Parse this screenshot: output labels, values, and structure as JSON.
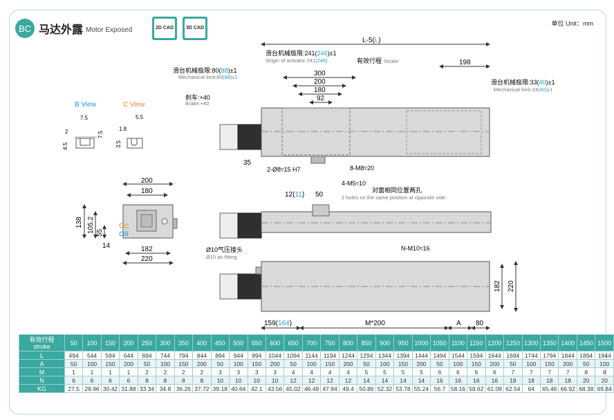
{
  "header": {
    "badge": "BC",
    "title_cn": "马达外露",
    "title_en": "Motor Exposed",
    "cad_2d": "2D CAD",
    "cad_3d": "3D CAD",
    "unit": "单位 Unit：mm"
  },
  "views": {
    "b_view": "B View",
    "c_view": "C View",
    "b_dims": [
      "7.5",
      "2",
      "4.5",
      "7.5"
    ],
    "c_dims": [
      "5.5",
      "1.8",
      "3.5"
    ]
  },
  "front": {
    "l5": "L-5",
    "l_label": "L",
    "limit241": "滑台机械极限:241(",
    "limit241_b": "246",
    "limit241_c": ")±1",
    "origin241": "Origin of actuator:241",
    "origin241_b": "(246)",
    "stroke_cn": "有效行程",
    "stroke_en": "Stroke",
    "d198": "198",
    "limit80": "滑台机械极限:80(",
    "limit80_b": "88",
    "limit80_c": ")±1",
    "mech80": "Mechanical limit:80(",
    "mech80_b": "88",
    "mech80_c": ")±1",
    "limit33": "滑台机械极限:33(",
    "limit33_b": "40",
    "limit33_c": ")±1",
    "mech33": "Mechanical limit:33(",
    "mech33_b": "40",
    "mech33_c": ")±1",
    "brake_cn": "刹车:+40",
    "brake_en": "Brake:+40",
    "d300": "300",
    "d200": "200",
    "d180": "180",
    "d92": "92",
    "d35": "35",
    "holes": "2-Ø8▿15 H7",
    "m8": "8-M8▿20"
  },
  "side": {
    "d200": "200",
    "d180": "180",
    "d138": "138",
    "d105": "105.2",
    "d55": "55",
    "d14": "14",
    "d182": "182",
    "d220": "220",
    "c": "C",
    "b": "B"
  },
  "middle": {
    "d12": "12(",
    "d12_b": "11",
    "d12_c": ")",
    "d50": "50",
    "m5": "4-M5▿10",
    "same_cn": "对面相同位置两孔",
    "same_en": "2 holes on the same position at opposite side."
  },
  "bottom": {
    "air_cn": "Ø10气压接头",
    "air_en": "Ø10 air fitting",
    "m10": "N-M10▿16",
    "d182": "182",
    "d220": "220",
    "d159": "159(",
    "d159_b": "164",
    "d159_c": ")",
    "m200": "M*200",
    "a": "A",
    "d80": "80"
  },
  "table": {
    "header_cn": "有效行程",
    "header_en": "stroke",
    "strokes": [
      "50",
      "100",
      "150",
      "200",
      "250",
      "300",
      "350",
      "400",
      "450",
      "500",
      "550",
      "600",
      "650",
      "700",
      "750",
      "800",
      "850",
      "900",
      "950",
      "1000",
      "1050",
      "1100",
      "1150",
      "1200",
      "1250",
      "1300",
      "1350",
      "1400",
      "1450",
      "1500"
    ],
    "rows": [
      {
        "label": "L",
        "values": [
          "494",
          "544",
          "594",
          "644",
          "694",
          "744",
          "794",
          "844",
          "894",
          "944",
          "994",
          "1044",
          "1094",
          "1144",
          "1194",
          "1244",
          "1294",
          "1344",
          "1394",
          "1444",
          "1494",
          "1544",
          "1594",
          "1644",
          "1694",
          "1744",
          "1794",
          "1844",
          "1894",
          "1944"
        ]
      },
      {
        "label": "A",
        "values": [
          "50",
          "100",
          "150",
          "200",
          "50",
          "100",
          "150",
          "200",
          "50",
          "100",
          "150",
          "200",
          "50",
          "100",
          "150",
          "200",
          "50",
          "100",
          "150",
          "200",
          "50",
          "100",
          "150",
          "200",
          "50",
          "100",
          "150",
          "200",
          "50",
          "100"
        ]
      },
      {
        "label": "M",
        "values": [
          "1",
          "1",
          "1",
          "1",
          "2",
          "2",
          "2",
          "2",
          "3",
          "3",
          "3",
          "3",
          "4",
          "4",
          "4",
          "4",
          "5",
          "5",
          "5",
          "5",
          "6",
          "6",
          "6",
          "6",
          "7",
          "7",
          "7",
          "7",
          "8",
          "8"
        ]
      },
      {
        "label": "N",
        "values": [
          "6",
          "6",
          "6",
          "6",
          "8",
          "8",
          "8",
          "8",
          "10",
          "10",
          "10",
          "10",
          "12",
          "12",
          "12",
          "12",
          "14",
          "14",
          "14",
          "14",
          "16",
          "16",
          "16",
          "16",
          "18",
          "18",
          "18",
          "18",
          "20",
          "20"
        ]
      },
      {
        "label": "KG",
        "values": [
          "27.5",
          "28.96",
          "30.42",
          "31.88",
          "33.34",
          "34.8",
          "36.26",
          "37.72",
          "39.18",
          "40.64",
          "42.1",
          "43.56",
          "45.02",
          "46.48",
          "47.94",
          "49.4",
          "50.86",
          "52.32",
          "53.78",
          "55.24",
          "56.7",
          "58.16",
          "59.62",
          "61.08",
          "62.54",
          "64",
          "65.46",
          "66.92",
          "68.38",
          "69.84"
        ]
      }
    ]
  },
  "colors": {
    "accent": "#3aa99f",
    "blue_note": "#1e9ad6",
    "orange": "#e8882b",
    "body": "#d9d9d9"
  }
}
